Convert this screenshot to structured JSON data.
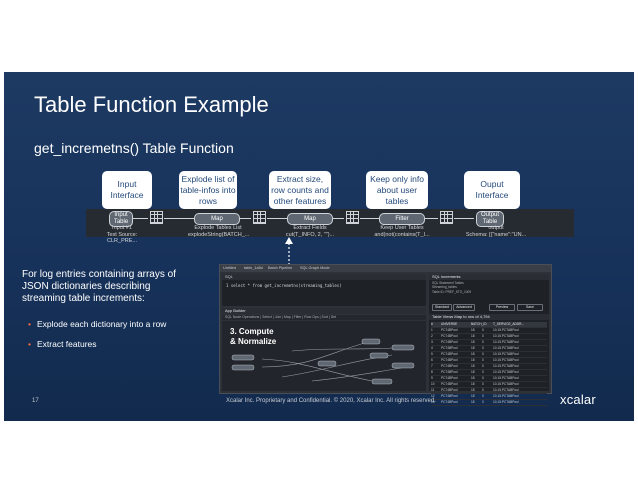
{
  "slide": {
    "title": "Table Function Example",
    "subtitle": "get_incremetns() Table Function",
    "page_number": "17",
    "footer": "Xcalar Inc. Proprietary and Confidential. © 2020, Xcalar Inc. All rights reserved.",
    "logo": "xcalar"
  },
  "callouts": [
    "Input\nInterface",
    "Explode list of\ntable-infos into\nrows",
    "Extract size,\nrow counts and\nother features",
    "Keep only info\nabout user\ntables",
    "Ouput\nInterface"
  ],
  "pipeline": {
    "nodes": [
      {
        "label": "Input\nTable",
        "caption": "Input #1\nTest Source: CLR_PRE..."
      },
      {
        "label": "Map",
        "caption": "Explode Tables List\nexplodeString(BATCH_..."
      },
      {
        "label": "Map",
        "caption": "Extract Fields\ncut(T_INFO, 2, \"\")..."
      },
      {
        "label": "Filter",
        "caption": "Keep User Tables\nand(not(contains(T_I..."
      },
      {
        "label": "Output\nTable",
        "caption": "output\nSchema: [{\"name\":\"UN..."
      }
    ]
  },
  "description": "For log entries containing arrays of\nJSON dictionaries describing\nstreaming table increments:",
  "bullets": [
    "Explode each dictionary into a row",
    "Extract features"
  ],
  "app": {
    "tabs": [
      "Untitled",
      "table_1a5d",
      "Batch Pipeline",
      "SQL Graph Mode"
    ],
    "sql_header": "SQL",
    "sql_line": "1  select * from get_incremetns(streaming_tables)",
    "app_builder": "App Builder",
    "toolbar": "SQL Node Operations | Select | Join | Map | Filter | Row Ops | Sort | Set",
    "step": "3. Compute\n& Normalize",
    "right_header": "SQL  increments",
    "right_lines": [
      "SQL Statement Tables",
      "Streaming_tables",
      "Table ID: PREF_STO_1009"
    ],
    "buttons": [
      "Standard",
      "Advanced",
      "Preview",
      "Save"
    ],
    "table_header": "Table   Views   Map to row   of 4,794",
    "columns": [
      "#",
      "UNIVERSE",
      "BATCH_ID",
      "T_SERVICE_ADDR..."
    ],
    "rows": [
      [
        "1",
        "PC74BPool",
        "18",
        "0",
        "10.15.PCTABPool"
      ],
      [
        "2",
        "PC74BPool",
        "18",
        "0",
        "10.15.PCTABPool"
      ],
      [
        "3",
        "PC74BPool",
        "18",
        "0",
        "10.15.PCTABPool"
      ],
      [
        "4",
        "PC74BPool",
        "18",
        "0",
        "10.15.PCTABPool"
      ],
      [
        "5",
        "PC74BPool",
        "18",
        "0",
        "10.15.PCTABPool"
      ],
      [
        "6",
        "PC74BPool",
        "18",
        "0",
        "10.15.PCTABPool"
      ],
      [
        "7",
        "PC74BPool",
        "18",
        "0",
        "10.15.PCTABPool"
      ],
      [
        "8",
        "PC74BPool",
        "18",
        "0",
        "10.15.PCTABPool"
      ],
      [
        "9",
        "PC74BPool",
        "18",
        "0",
        "10.15.PCTABPool"
      ],
      [
        "10",
        "PC74BPool",
        "18",
        "0",
        "10.15.PCTABPool"
      ],
      [
        "11",
        "PC74BPool",
        "18",
        "0",
        "10.15.PCTABPool"
      ],
      [
        "12",
        "PC74BPool",
        "18",
        "0",
        "10.15.PCTABPool"
      ],
      [
        "13",
        "PC74BPool",
        "18",
        "0",
        "10.15.PCTABPool"
      ]
    ]
  }
}
